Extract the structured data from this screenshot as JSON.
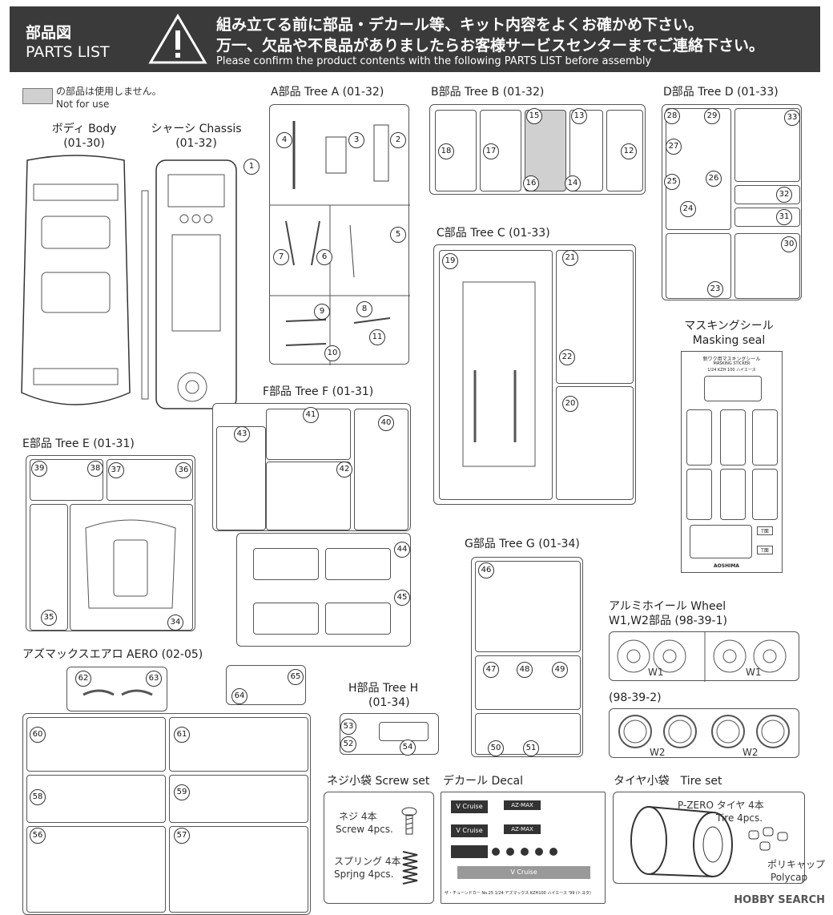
{
  "header": {
    "title_jp": "部品図",
    "title_en": "PARTS LIST",
    "line1": "組み立てる前に部品・デカール等、キット内容をよくお確かめ下さい。",
    "line2": "万一、欠品や不良品がありましたらお客様サービスセンターまでご連絡下さい。",
    "line3": "Please confirm the product contents with the following PARTS LIST before assembly"
  },
  "legend": {
    "jp": "の部品は使用しません。",
    "en": "Not for use"
  },
  "body": {
    "jp": "ボディ Body",
    "code": "(01-30)"
  },
  "chassis": {
    "jp": "シャーシ Chassis",
    "code": "(01-32)",
    "num": "1"
  },
  "treeA": {
    "title": "A部品 Tree A (01-32)",
    "nums": [
      "2",
      "3",
      "4",
      "5",
      "6",
      "7",
      "8",
      "9",
      "10",
      "11"
    ]
  },
  "treeB": {
    "title": "B部品 Tree B (01-32)",
    "nums": [
      "12",
      "13",
      "14",
      "15",
      "16",
      "17",
      "18"
    ]
  },
  "treeC": {
    "title": "C部品 Tree C (01-33)",
    "nums": [
      "19",
      "20",
      "21",
      "22"
    ]
  },
  "treeD": {
    "title": "D部品 Tree D (01-33)",
    "nums": [
      "23",
      "24",
      "25",
      "26",
      "27",
      "28",
      "29",
      "30",
      "31",
      "32",
      "33"
    ]
  },
  "treeE": {
    "title": "E部品 Tree E (01-31)",
    "nums": [
      "34",
      "35",
      "36",
      "37",
      "38",
      "39"
    ]
  },
  "treeF": {
    "title": "F部品 Tree F (01-31)",
    "nums": [
      "40",
      "41",
      "42",
      "43",
      "44",
      "45"
    ]
  },
  "treeG": {
    "title": "G部品 Tree G (01-34)",
    "nums": [
      "46",
      "47",
      "48",
      "49",
      "50",
      "51"
    ]
  },
  "treeH": {
    "title": "H部品 Tree H",
    "code": "(01-34)",
    "nums": [
      "52",
      "53",
      "54"
    ]
  },
  "aero": {
    "title": "アズマックスエアロ AERO (02-05)",
    "nums": [
      "56",
      "57",
      "58",
      "59",
      "60",
      "61",
      "62",
      "63",
      "64",
      "65"
    ]
  },
  "masking": {
    "jp": "マスキングシール",
    "en": "Masking seal",
    "sheet_title": "新ワク用マスキングシール",
    "sheet_sub": "MASKING STICKER",
    "sheet_model": "1/24 KZH 100 ハイエース",
    "brand": "AOSHIMA",
    "t1": "T面",
    "t2": "T面"
  },
  "wheel": {
    "title": "アルミホイール Wheel",
    "code": "W1,W2部品 (98-39-1)",
    "w1": "W1",
    "code2": "(98-39-2)",
    "w2": "W2"
  },
  "screw": {
    "title": "ネジ小袋 Screw set",
    "screw_jp": "ネジ 4本",
    "screw_en": "Screw 4pcs.",
    "spring_jp": "スプリング 4本",
    "spring_en": "Sprjng 4pcs."
  },
  "decal": {
    "title": "デカール Decal",
    "footer": "ザ・チューンドカー No.25 1/24 アズマックス KZH100 ハイエース '99 (トヨタ)",
    "brand1": "V Cruise",
    "brand2": "AZ-MAX"
  },
  "tire": {
    "title": "タイヤ小袋　Tire set",
    "tire_jp": "P-ZERO タイヤ 4本",
    "tire_en": "Tire 4pcs.",
    "cap_jp": "ポリキャップ",
    "cap_en": "Polycap"
  },
  "watermark": "HOBBY SEARCH"
}
